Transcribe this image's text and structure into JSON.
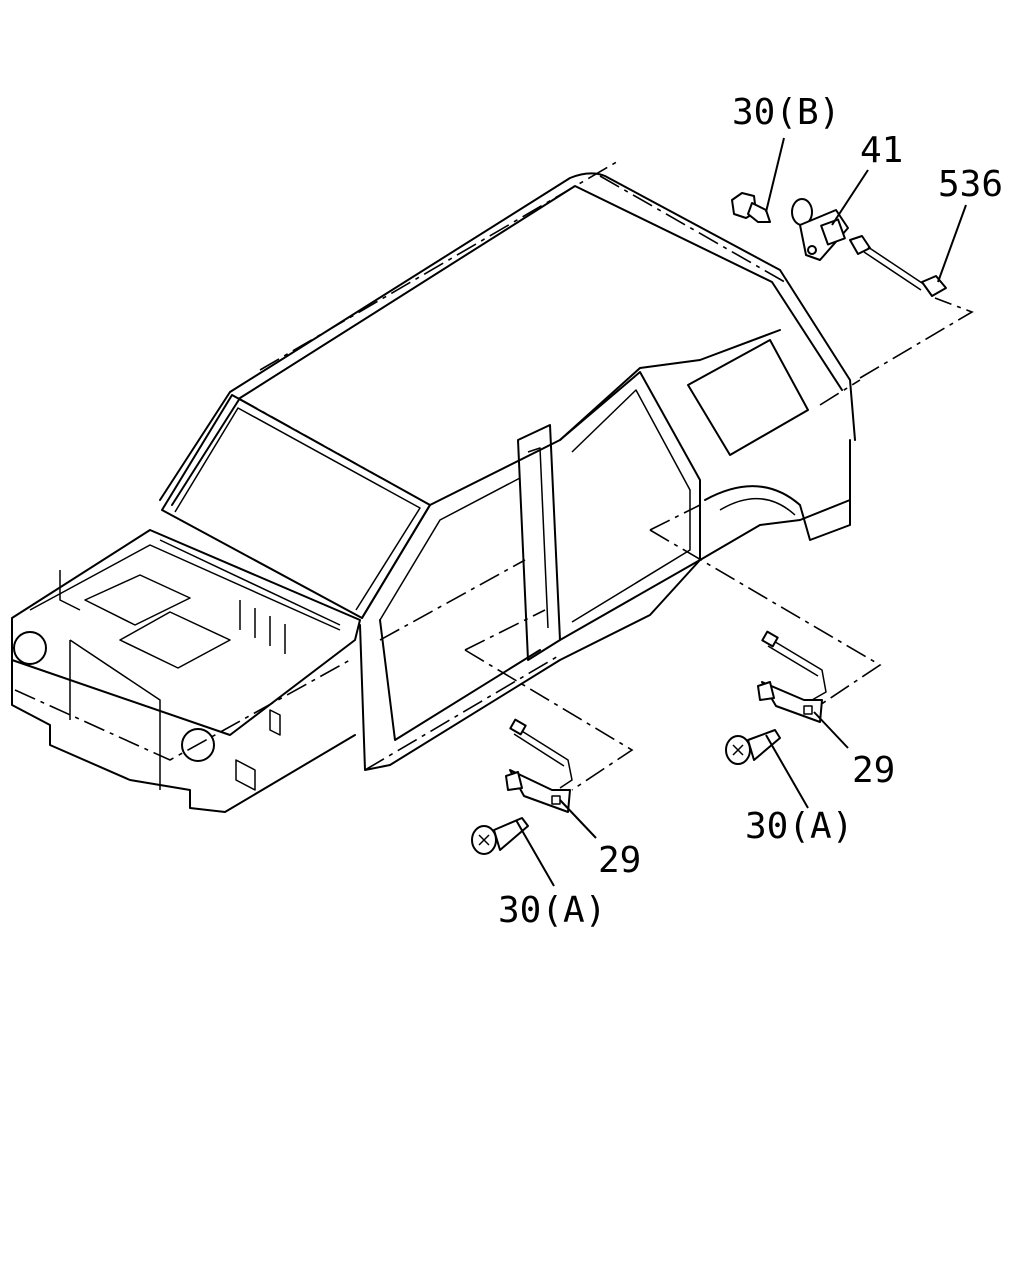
{
  "labels": {
    "p30b": "30(B)",
    "p41": "41",
    "p536": "536",
    "p29_right": "29",
    "p30a_right": "30(A)",
    "p29_left": "29",
    "p30a_left": "30(A)"
  },
  "colors": {
    "line": "#000000",
    "background": "#ffffff"
  }
}
